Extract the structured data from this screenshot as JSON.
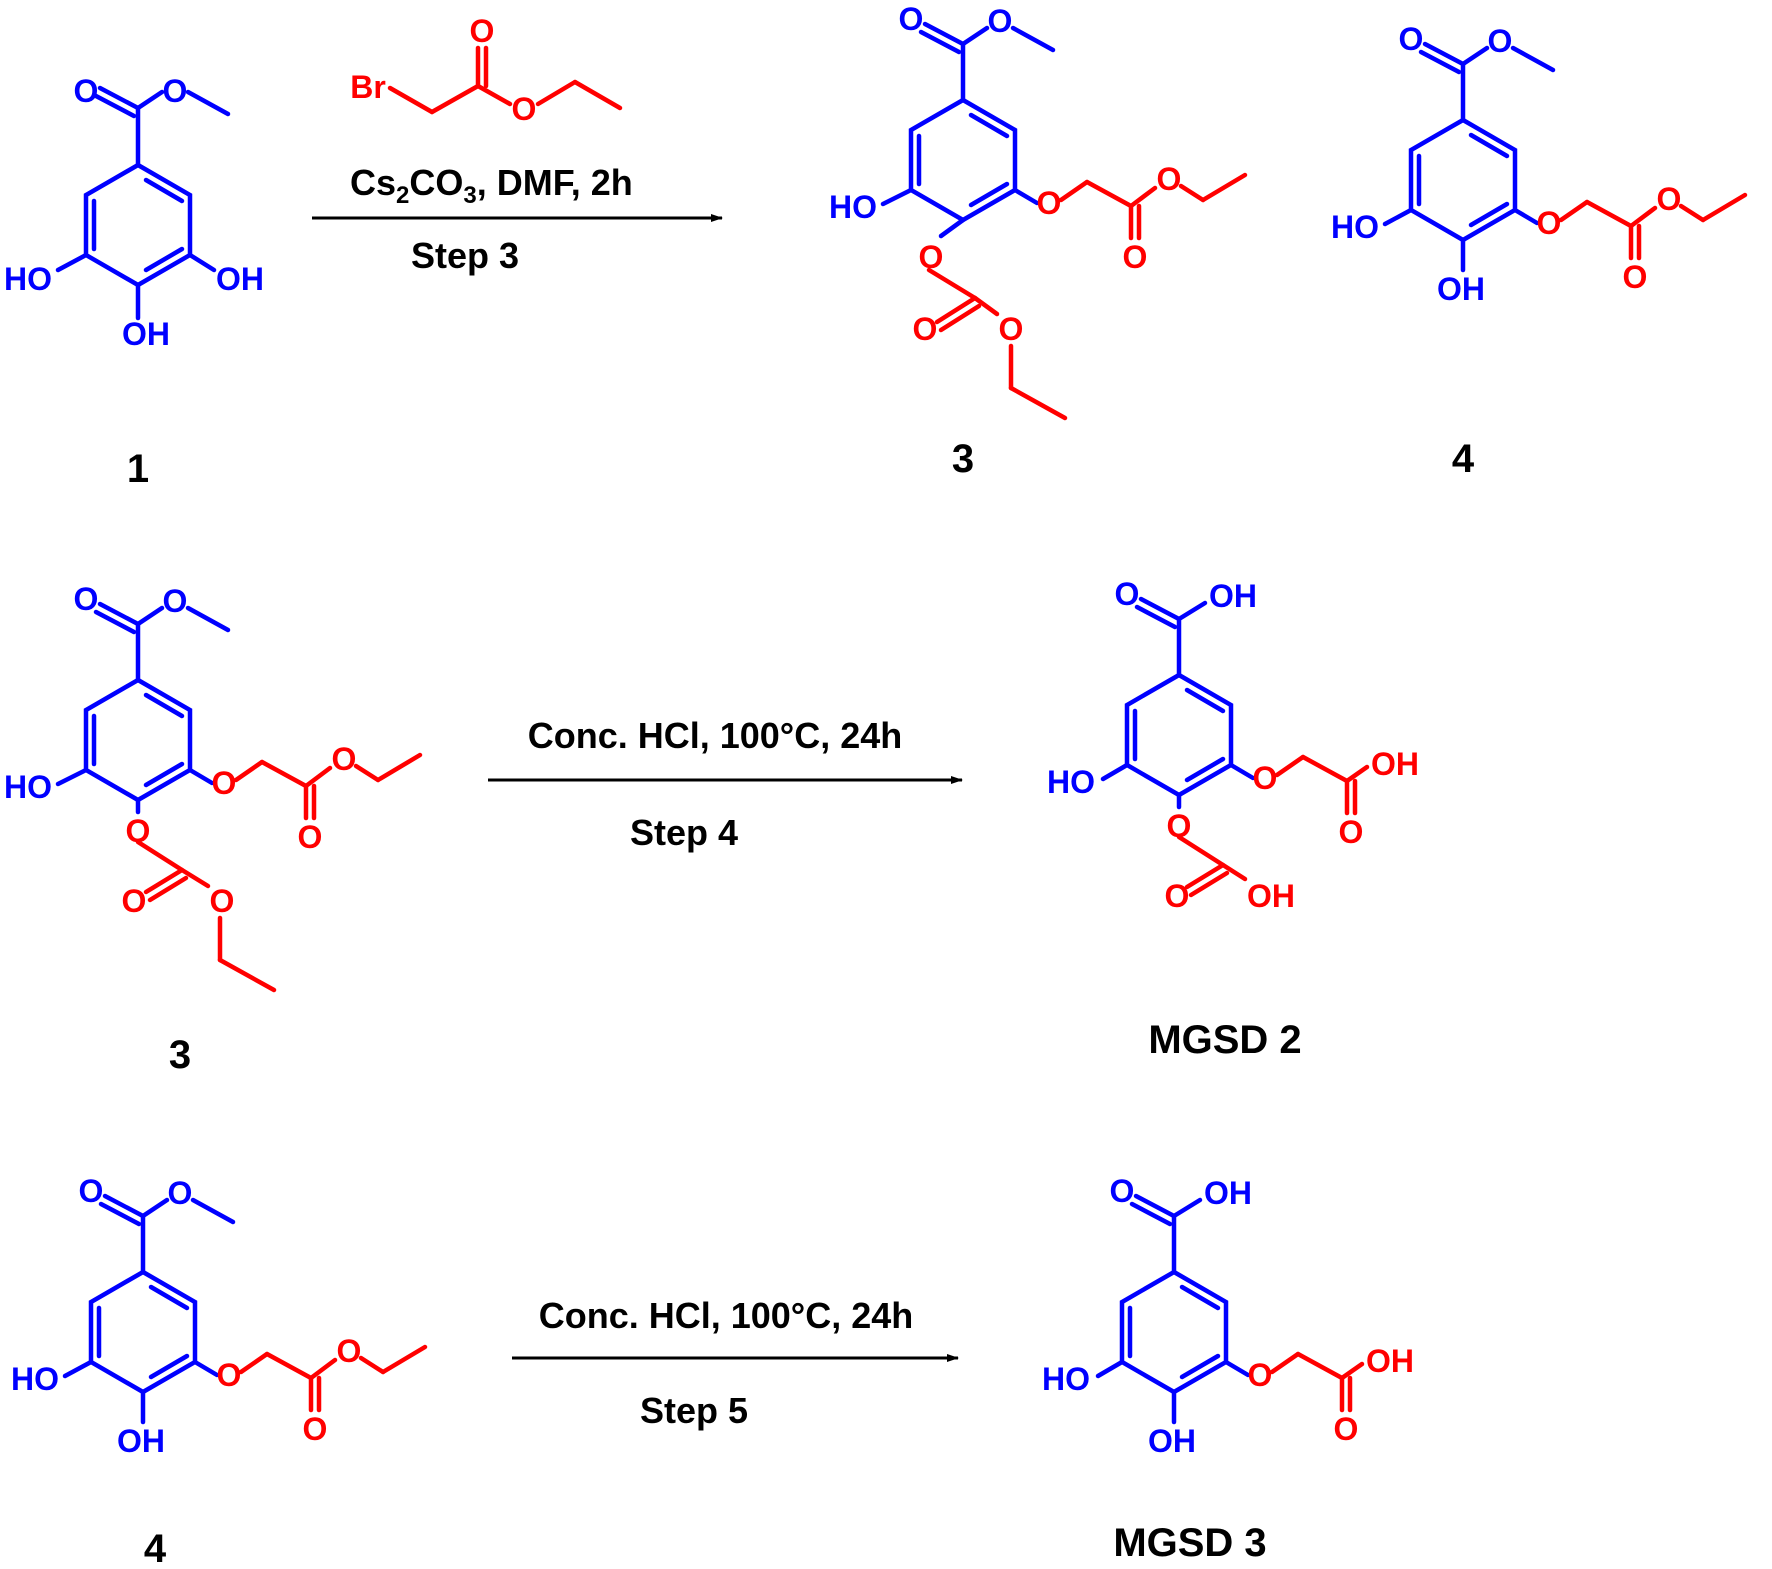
{
  "colors": {
    "core": "#0000ff",
    "linker": "#ff0000",
    "text": "#000000",
    "background": "#ffffff"
  },
  "atoms": {
    "O": "O",
    "OH": "OH",
    "HO": "HO",
    "Br": "Br"
  },
  "compounds": {
    "c1": "1",
    "c3": "3",
    "c4": "4",
    "mgsd2": "MGSD 2",
    "mgsd3": "MGSD 3"
  },
  "reactions": [
    {
      "step": "Step 3",
      "reagent": "ethyl bromoacetate (Br)",
      "conditions": {
        "cs": "Cs",
        "sub2": "2",
        "co": "CO",
        "sub3": "3",
        "rest": ", DMF, 2h"
      }
    },
    {
      "step": "Step 4",
      "conditions": "Conc. HCl, 100°C, 24h"
    },
    {
      "step": "Step 5",
      "conditions": "Conc. HCl, 100°C, 24h"
    }
  ]
}
